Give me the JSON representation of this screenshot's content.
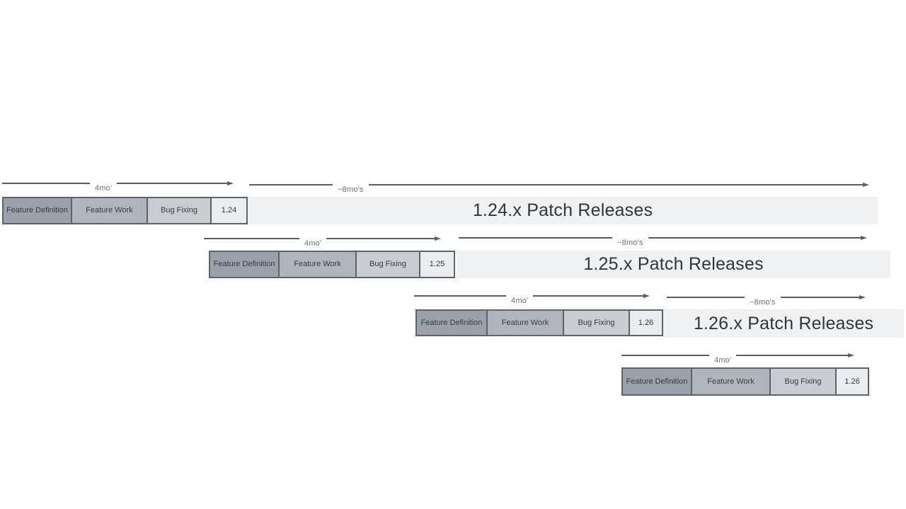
{
  "diagram": {
    "labels": {
      "feature_definition": "Feature Definition",
      "feature_work": "Feature Work",
      "bug_fixing": "Bug Fixing",
      "dev_duration": "4mo'",
      "patch_duration": "~8mo's"
    },
    "releases": [
      {
        "version": "1.24",
        "patch_title": "1.24.x Patch Releases"
      },
      {
        "version": "1.25",
        "patch_title": "1.25.x Patch Releases"
      },
      {
        "version": "1.26",
        "patch_title": "1.26.x Patch Releases"
      },
      {
        "version": "1.26",
        "patch_title": ""
      }
    ],
    "colors": {
      "feature_definition": "#9aa1aa",
      "feature_work": "#b0b5bd",
      "bug_fixing": "#c9cdd2",
      "version_box": "#eaecee",
      "patch_bar": "#f0f1f3",
      "border": "#5d636b",
      "arrow": "#585e66",
      "phase_text": "#373c43",
      "title_text": "#31363c",
      "duration_text": "#6b7078"
    }
  }
}
